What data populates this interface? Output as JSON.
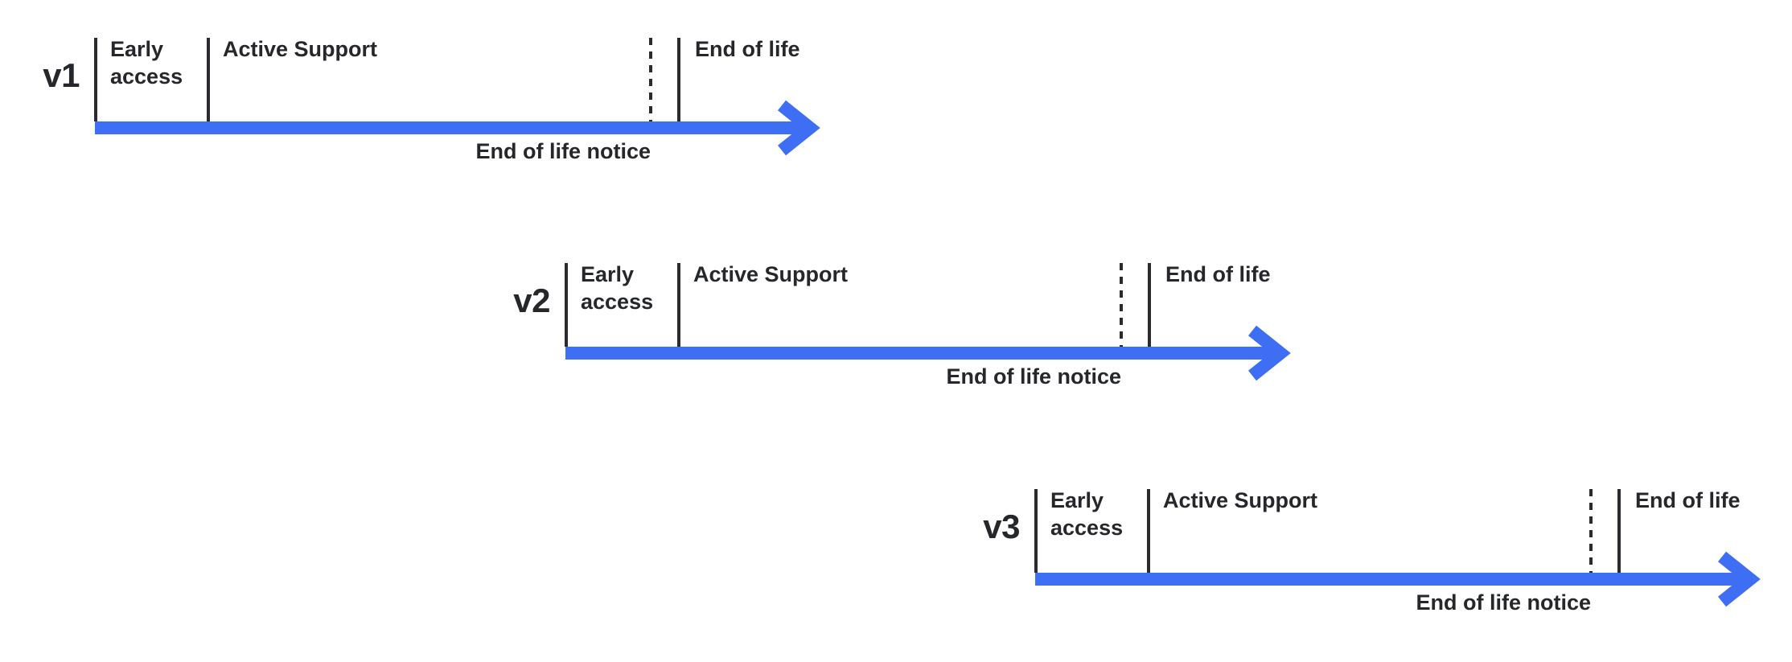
{
  "colors": {
    "accent": "#3E6EF4",
    "ink": "#25272B",
    "tick": "#2A2B2F"
  },
  "timelines": [
    {
      "version": "v1",
      "phases": {
        "early_access": "Early access",
        "active_support": "Active Support",
        "end_of_life": "End of life"
      },
      "annotation": "End of life notice"
    },
    {
      "version": "v2",
      "phases": {
        "early_access": "Early access",
        "active_support": "Active Support",
        "end_of_life": "End of life"
      },
      "annotation": "End of life notice"
    },
    {
      "version": "v3",
      "phases": {
        "early_access": "Early access",
        "active_support": "Active Support",
        "end_of_life": "End of life"
      },
      "annotation": "End of life notice"
    }
  ]
}
